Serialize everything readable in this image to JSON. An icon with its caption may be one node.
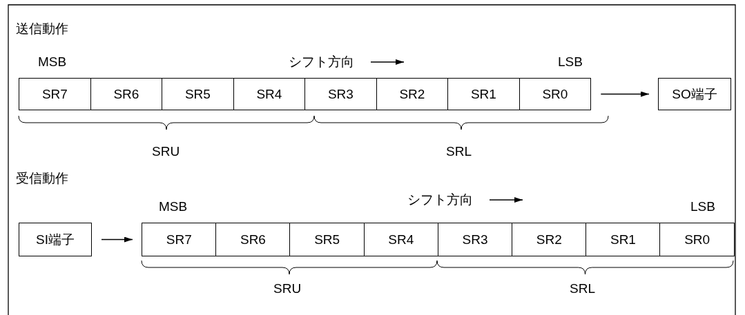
{
  "diagram": {
    "nodes": [
      {
        "text": [
          "SR7"
        ]
      },
      {
        "text": [
          "SR6"
        ]
      },
      {
        "text": [
          "SR5"
        ]
      },
      {
        "text": [
          "SR4"
        ]
      },
      {
        "text": [
          "SR3"
        ]
      },
      {
        "text": [
          "SR2"
        ]
      },
      {
        "text": [
          "SR1"
        ]
      },
      {
        "text": [
          "SR0"
        ]
      },
      {
        "text": [
          "SO端子"
        ]
      },
      {
        "text": [
          "SI端子"
        ]
      },
      {
        "text": [
          "SR7"
        ]
      },
      {
        "text": [
          "SR6"
        ]
      },
      {
        "text": [
          "SR5"
        ]
      },
      {
        "text": [
          "SR4"
        ]
      },
      {
        "text": [
          "SR3"
        ]
      },
      {
        "text": [
          "SR2"
        ]
      },
      {
        "text": [
          "SR1"
        ]
      },
      {
        "text": [
          "SR0"
        ]
      }
    ],
    "edges": [
      {
        "from": 7,
        "to": 8,
        "arrow": "to"
      },
      {
        "from": 9,
        "to": 10,
        "arrow": "to"
      }
    ],
    "labels": [
      "送信動作",
      "MSB",
      "シフト方向",
      "LSB",
      "SRU",
      "SRL",
      "受信動作",
      "MSB",
      "シフト方向",
      "LSB",
      "SRU",
      "SRL"
    ]
  }
}
